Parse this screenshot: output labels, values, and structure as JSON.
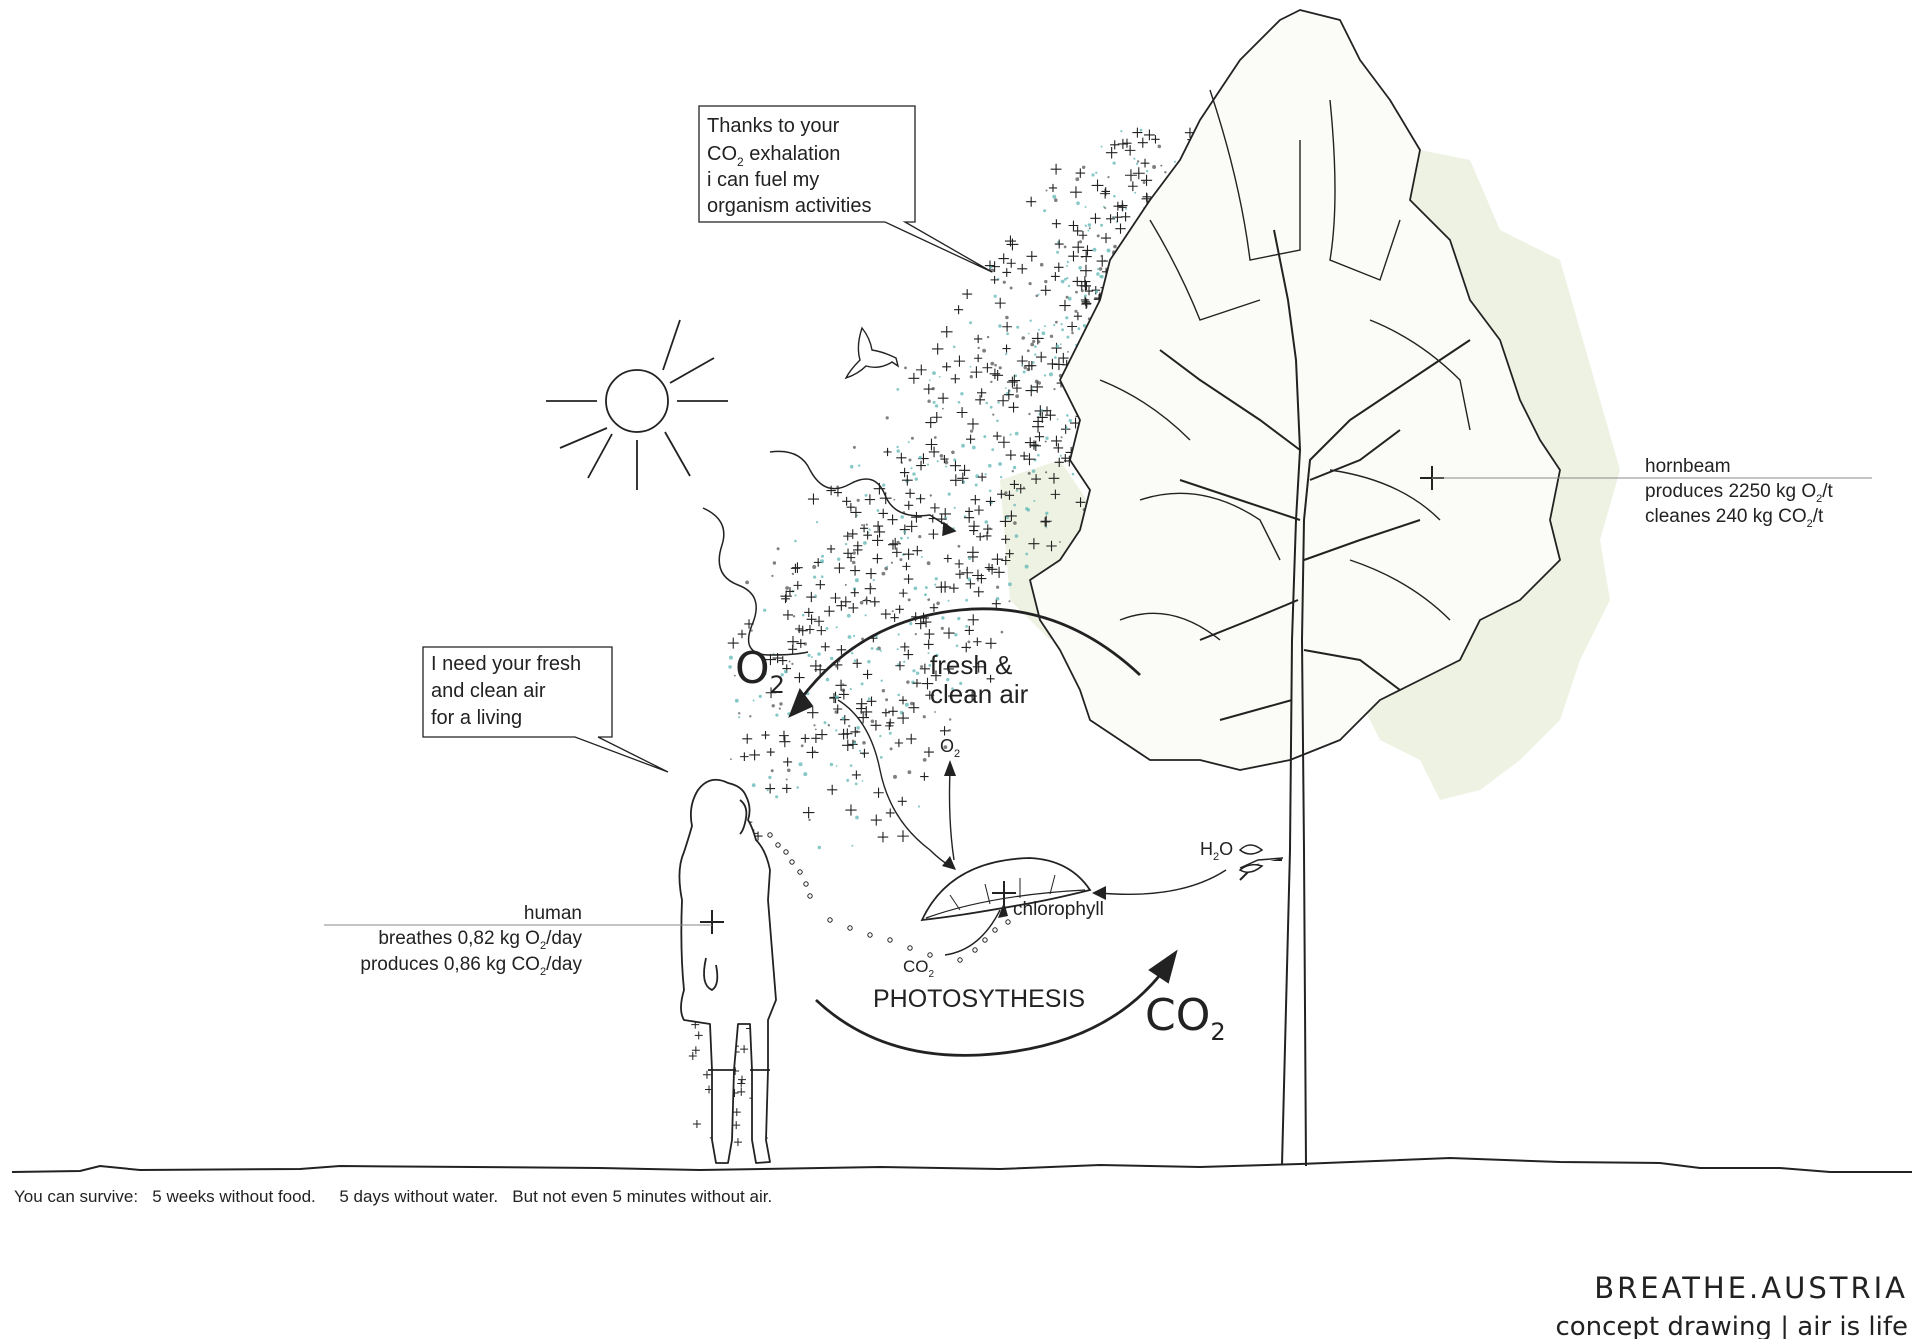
{
  "speech": {
    "tree_lines": [
      "Thanks to your",
      "CO",
      "2",
      " exhalation",
      "i can fuel my",
      "organism activities"
    ],
    "human_lines": [
      "I need your fresh",
      "and clean air",
      "for a living"
    ]
  },
  "cycle": {
    "o2_main": "O",
    "o2_sub": "2",
    "fresh_line1": "fresh &",
    "fresh_line2": "clean air",
    "o2_small": "O",
    "o2_small_sub": "2",
    "h2o_h": "H",
    "h2o_sub": "2",
    "h2o_o": "O",
    "chlorophyll": "chlorophyll",
    "co2_small": "CO",
    "co2_small_sub": "2",
    "photosynthesis": "PHOTOSYTHESIS",
    "co2_main": "CO",
    "co2_main_sub": "2"
  },
  "hornbeam": {
    "name": "hornbeam",
    "produces_a": "produces 2250 kg O",
    "produces_sub": "2",
    "produces_b": "/t",
    "cleanes_a": "cleanes 240 kg CO",
    "cleanes_sub": "2",
    "cleanes_b": "/t"
  },
  "human": {
    "name": "human",
    "breathes_a": "breathes 0,82 kg O",
    "breathes_sub": "2",
    "breathes_b": "/day",
    "produces_a": "produces 0,86 kg CO",
    "produces_sub": "2",
    "produces_b": "/day"
  },
  "footer": {
    "survive": "You can survive:   5 weeks without food.     5 days without water.   But not even 5 minutes without air.",
    "brand": "BREATHE.AUSTRIA",
    "tagline": "concept drawing | air is life"
  },
  "colors": {
    "ink": "#222222",
    "speckle_teal": "#5fb7b5",
    "tree_tint": "#e4ecd2"
  }
}
